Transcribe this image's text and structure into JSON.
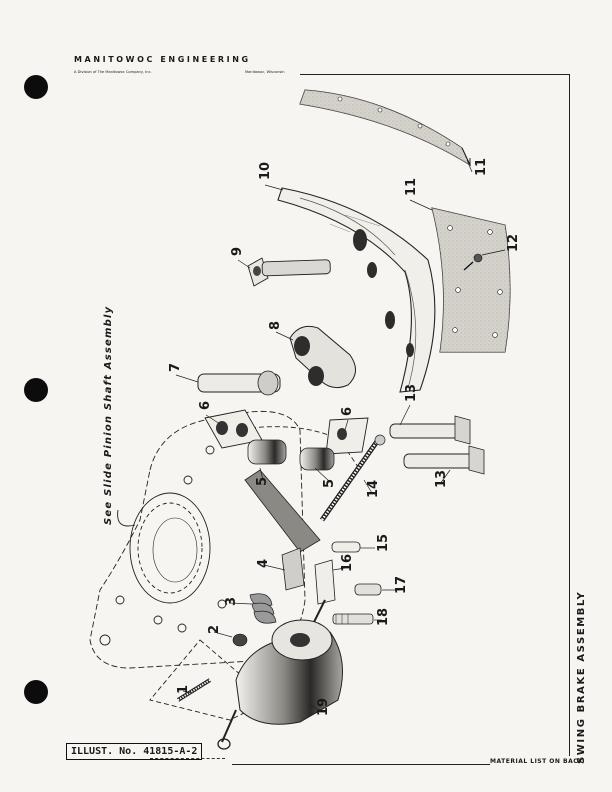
{
  "header": {
    "company": "MANITOWOC ENGINEERING",
    "division": "A Division of The Manitowoc Company, Inc.",
    "location": "Manitowoc, Wisconsin"
  },
  "illustration_number": "ILLUST. No. 41815-A-2",
  "side_title": "SWING BRAKE ASSEMBLY",
  "material_note": "MATERIAL LIST ON BACK",
  "reference_note": "See Slide Pinion Shaft Assembly",
  "callouts": [
    "1",
    "2",
    "3",
    "4",
    "5",
    "5",
    "6",
    "6",
    "7",
    "8",
    "9",
    "10",
    "11",
    "11",
    "12",
    "13",
    "13",
    "14",
    "15",
    "16",
    "17",
    "18",
    "19"
  ]
}
